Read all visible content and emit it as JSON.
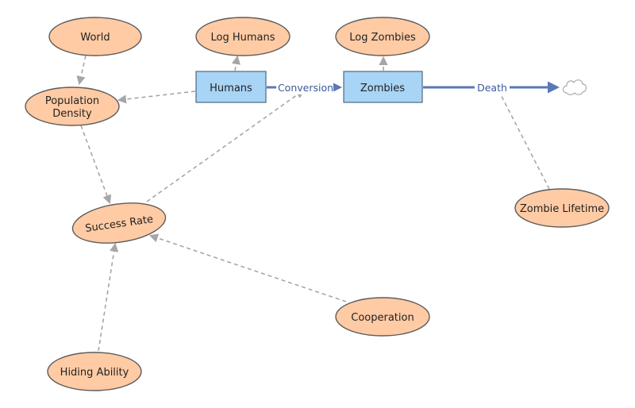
{
  "colors": {
    "variable_fill": "#ffcba4",
    "variable_stroke": "#5c5c5c",
    "stock_fill": "#a8d4f5",
    "stock_stroke": "#4c6a85",
    "link": "#a6a6a6",
    "flow": "#5b77b5",
    "flow_label": "#3a5a9a",
    "cloud": "#9a9a9a"
  },
  "stocks": {
    "humans": "Humans",
    "zombies": "Zombies"
  },
  "flows": {
    "conversion": "Conversion",
    "death": "Death"
  },
  "variables": {
    "world": "World",
    "log_humans": "Log Humans",
    "log_zombies": "Log Zombies",
    "population_density": [
      "Population",
      "Density"
    ],
    "success_rate": "Success Rate",
    "zombie_lifetime": "Zombie Lifetime",
    "cooperation": "Cooperation",
    "hiding_ability": "Hiding Ability"
  },
  "icons": {
    "sink": "cloud-icon"
  }
}
